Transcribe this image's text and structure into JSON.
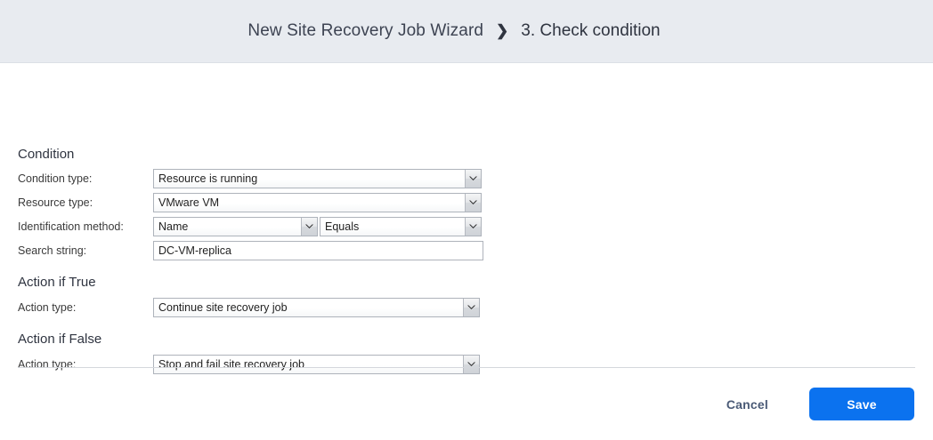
{
  "header": {
    "title": "New Site Recovery Job Wizard",
    "separator_icon": "chevron-right-icon",
    "separator": "❯",
    "step": "3. Check condition"
  },
  "sections": {
    "condition": {
      "heading": "Condition",
      "fields": {
        "condition_type": {
          "label": "Condition type:",
          "value": "Resource is running"
        },
        "resource_type": {
          "label": "Resource type:",
          "value": "VMware VM"
        },
        "identification_method": {
          "label": "Identification method:",
          "value": "Name",
          "operator": "Equals"
        },
        "search_string": {
          "label": "Search string:",
          "value": "DC-VM-replica",
          "placeholder": ""
        }
      }
    },
    "action_if_true": {
      "heading": "Action if True",
      "fields": {
        "action_type": {
          "label": "Action type:",
          "value": "Continue site recovery job"
        }
      }
    },
    "action_if_false": {
      "heading": "Action if False",
      "fields": {
        "action_type": {
          "label": "Action type:",
          "value": "Stop and fail site recovery job"
        }
      }
    }
  },
  "footer": {
    "cancel_label": "Cancel",
    "save_label": "Save"
  },
  "colors": {
    "header_background": "#e8ebf0",
    "primary_button": "#0b72ef",
    "cancel_text": "#4a5a76",
    "text": "#333333"
  }
}
